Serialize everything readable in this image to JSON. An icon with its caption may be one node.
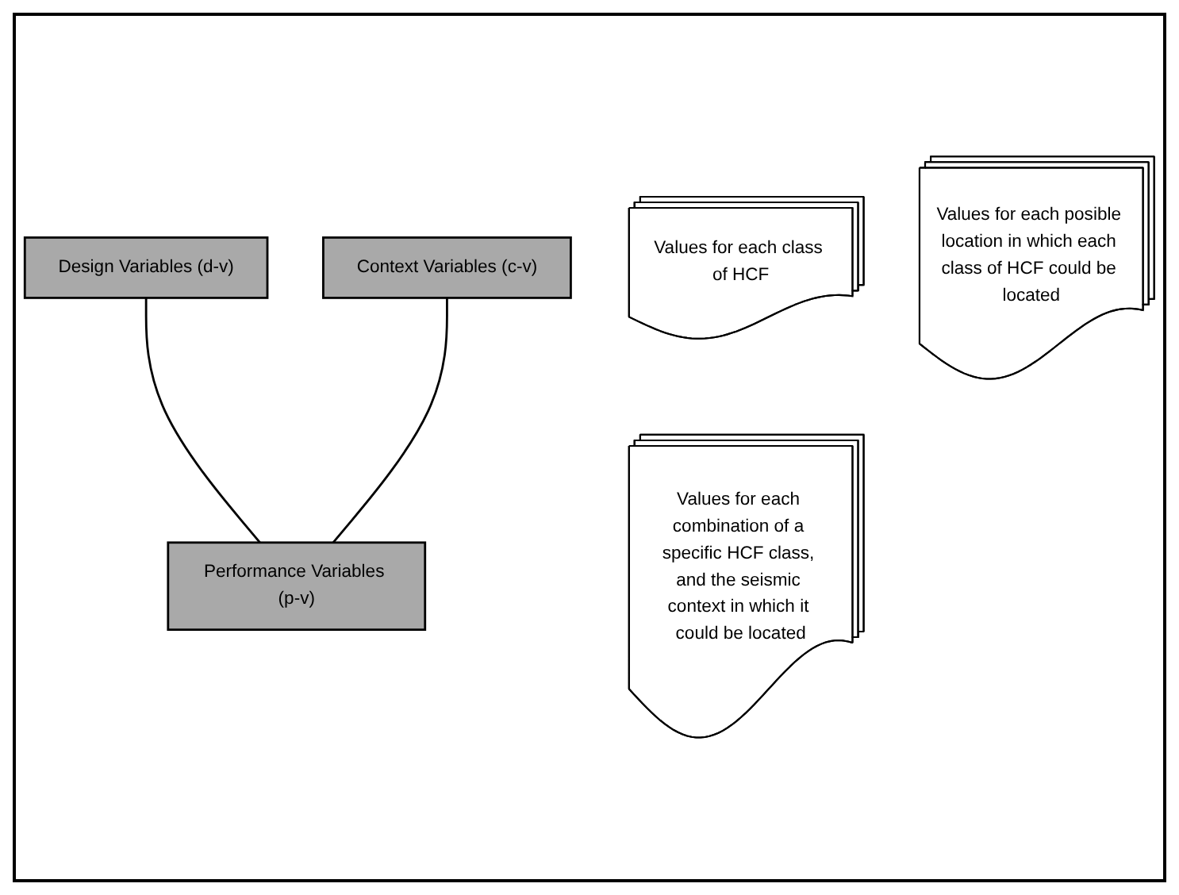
{
  "diagram": {
    "nodes": [
      {
        "text": [
          "Design Variables (d-v)"
        ]
      },
      {
        "text": [
          "Values for each class of HCF"
        ]
      },
      {
        "text": [
          "Context Variables (c-v)"
        ]
      },
      {
        "text": [
          "Values for each posible location in which each class of HCF could be located"
        ]
      },
      {
        "text": [
          "Performance Variables (p-v)"
        ]
      },
      {
        "text": [
          "Values for each combination of a specific HCF class, and the seismic context in which it could be located"
        ]
      }
    ],
    "edges": [
      {
        "from": 0,
        "to": 4,
        "arrow": "none"
      },
      {
        "from": 2,
        "to": 4,
        "arrow": "none"
      }
    ]
  }
}
